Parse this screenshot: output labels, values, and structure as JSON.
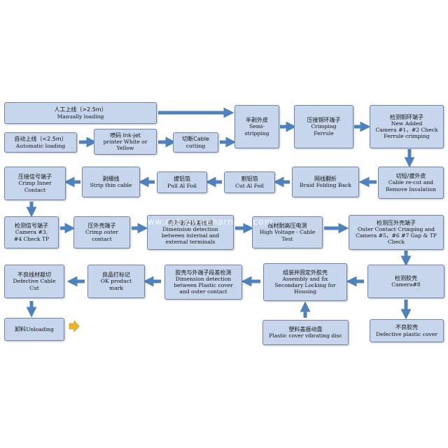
{
  "boxes": {
    "manual_loading": {
      "zh": "人工上线（>2.5m）",
      "en": "Manually loading"
    },
    "auto_loading": {
      "zh": "自动上线（<2.5m）",
      "en": "Automatic loading"
    },
    "inkjet": {
      "zh": "喷码 Ink-jet",
      "en": "printer White or\nYellow"
    },
    "cut_cable": {
      "zh": "切断Cable",
      "en": "cutting"
    },
    "semi_strip": {
      "zh": "半剥外皮",
      "en": "Semi-\nstripping"
    },
    "crimp_ferrule": {
      "zh": "压接铜环端子",
      "en": "Crimping\nFerrule"
    },
    "check_ferrule": {
      "zh": "检测铜环端子",
      "en": "New Added\nCamera #1，#2 Check\nFerrule crimping"
    },
    "recut": {
      "zh": "切短/拔外皮",
      "en": "Cable re-cut and\nRemove Insulation"
    },
    "braid_fold": {
      "zh": "网线翻折",
      "en": "Braid Folding Back"
    },
    "cut_foil": {
      "zh": "割铝箔",
      "en": "Cut Al Foil"
    },
    "pull_foil": {
      "zh": "拔铝箔",
      "en": "Pull Al Foil"
    },
    "strip_thin": {
      "zh": "剥细线",
      "en": "Strip thin cable"
    },
    "crimp_inner": {
      "zh": "压接信号端子",
      "en": "Crimp Inner\nContact"
    },
    "check_tp": {
      "zh": "检测信号端子",
      "en": "Camera #3,\n#4  Check TP"
    },
    "crimp_outer": {
      "zh": "压外壳端子",
      "en": "Crimp outer\ncontact"
    },
    "dim_detect": {
      "zh": "内外端子段差检测",
      "en": "Dimension detection\nbetween internal and\nexternal terminals"
    },
    "hv_test": {
      "zh": "线材耐高压电测",
      "en": "High Voltage - Cable\nTest"
    },
    "check_outer": {
      "zh": "检测压外壳端子",
      "en": "Outer Contact Crimping and\nCamera #5，#6  #7 Gap & TP\nCheck"
    },
    "check_shell": {
      "zh": "检测胶壳",
      "en": "Camera#8"
    },
    "defective_cover": {
      "zh": "不良胶壳",
      "en": "Defective plastic cover"
    },
    "assembly": {
      "zh": "组装并固定外胶壳",
      "en": "Assembly and fix\nSecondary Locking for\nHousing"
    },
    "vibrating": {
      "zh": "塑料盖振动盘",
      "en": "Plastic cover vibrating disc"
    },
    "dim_cover": {
      "zh": "胶壳与外端子段差检测",
      "en": "Dimension detection\nbetween Plastic cover\nand outer contact"
    },
    "ok_mark": {
      "zh": "良品打标记",
      "en": "OK product\nmark"
    },
    "defective_cut": {
      "zh": "不良线材裁切",
      "en": "Defective Cable\nCut"
    },
    "unloading": {
      "zh": "卸料",
      "en": "Unloading"
    }
  },
  "watermark": "www.cablewireharness.com",
  "colors": {
    "box_fill": "#c7d6ec",
    "box_border": "#6f86a6",
    "arrow": "#4f81bd",
    "final_arrow": "#f0b323"
  }
}
